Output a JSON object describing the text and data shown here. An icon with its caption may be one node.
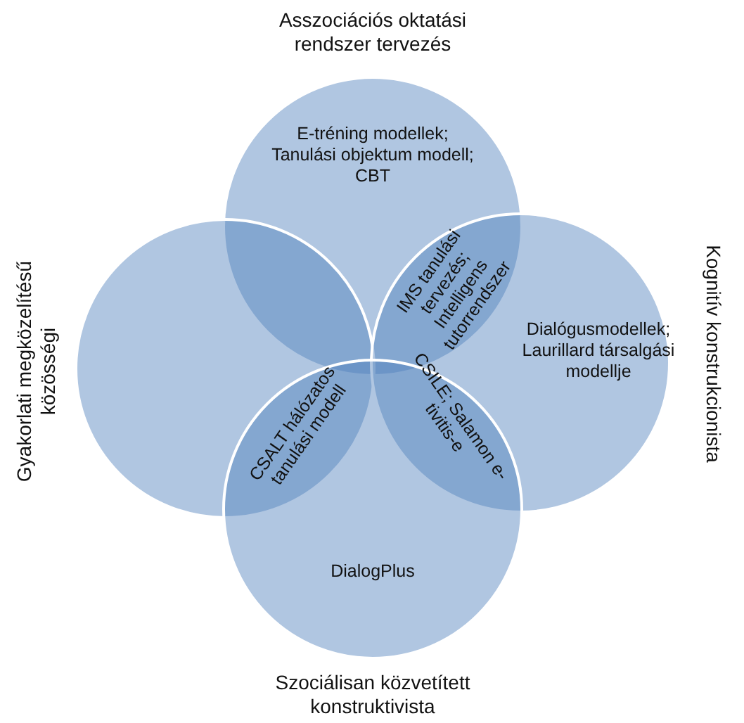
{
  "diagram": {
    "nodes": [
      {
        "text": [
          "Asszociációs oktatási rendszer tervezés",
          "E-tréning modellek; Tanulási objektum modell; CBT"
        ]
      },
      {
        "text": [
          "Gyakorlati megközelítésű közösségi"
        ]
      },
      {
        "text": [
          "Kognitív konstrukcionista",
          "Dialógusmodellek; Laurillard társalgási modellje"
        ]
      },
      {
        "text": [
          "DialogPlus",
          "Szociálisan közvetített konstruktivista"
        ]
      }
    ],
    "edges": [],
    "labels": [
      "IMS tanulási tervezés; Intelligens tutorrendszer",
      "CSALT hálózatos tanulási modell",
      "CSILE; Salamon e-tivitis-e"
    ]
  }
}
